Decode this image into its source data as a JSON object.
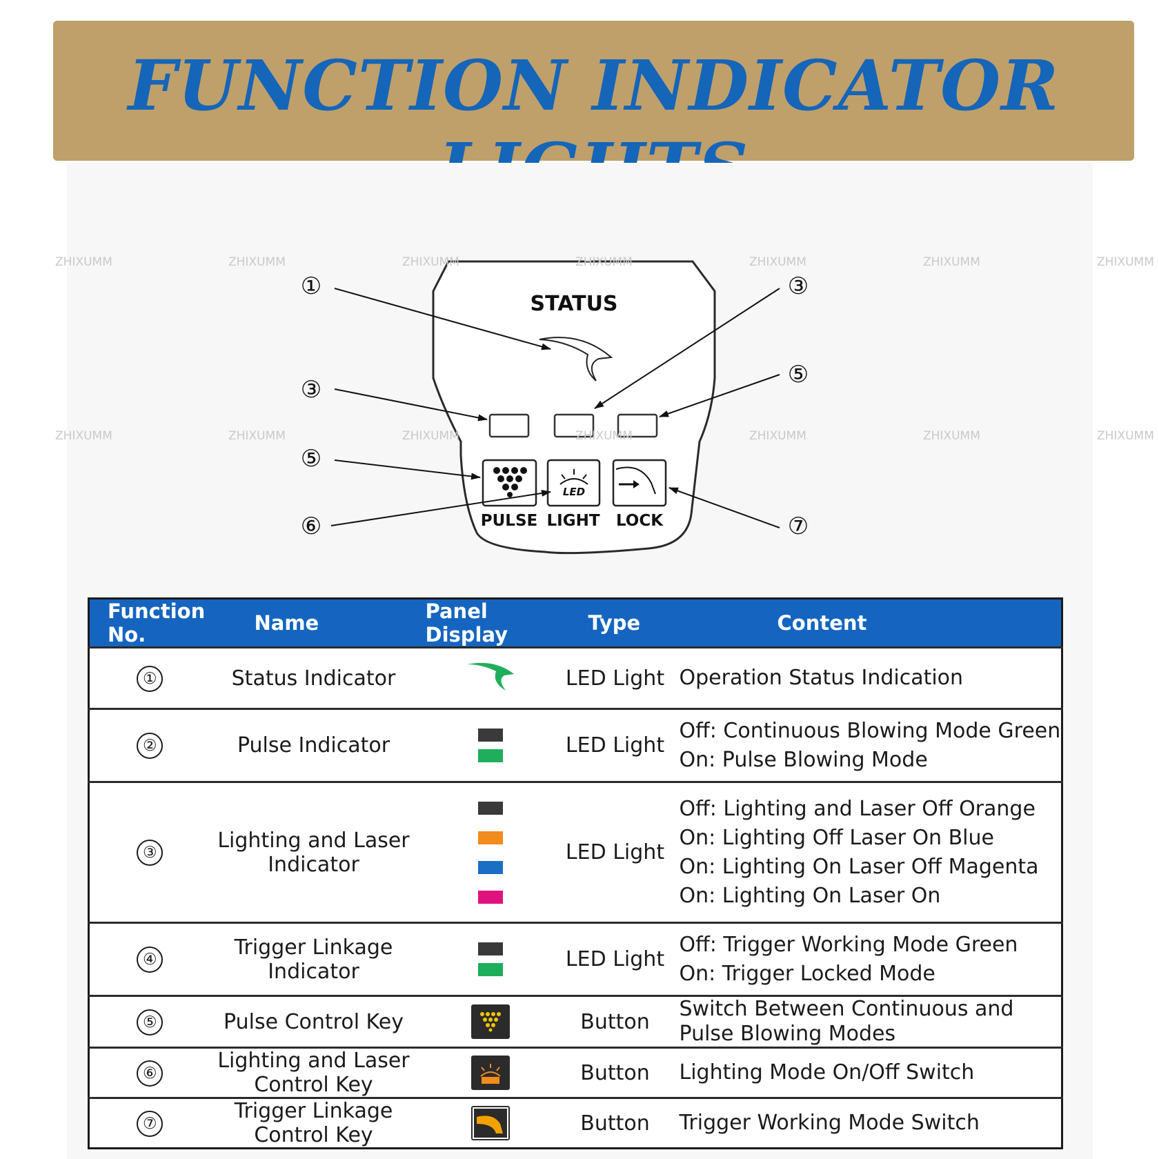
{
  "banner": {
    "title": "FUNCTION INDICATOR LIGHTS"
  },
  "watermark": "ZHIXUMM",
  "panel": {
    "status_label": "STATUS",
    "buttons": [
      {
        "label": "PULSE",
        "icon": "pulse-dots-icon"
      },
      {
        "label": "LIGHT",
        "icon": "led-light-icon",
        "icon_text": "LED"
      },
      {
        "label": "LOCK",
        "icon": "trigger-lock-icon"
      }
    ],
    "callouts": [
      "①",
      "③",
      "③",
      "⑤",
      "⑤",
      "⑥",
      "⑦"
    ]
  },
  "table": {
    "headers": {
      "no": "Function No.",
      "name": "Name",
      "display": "Panel Display",
      "type": "Type",
      "content": "Content"
    },
    "rows": [
      {
        "no": "①",
        "name": "Status Indicator",
        "display_icon": "green-swoosh-icon",
        "type": "LED Light",
        "content": [
          "Operation Status Indication"
        ],
        "swatches": []
      },
      {
        "no": "②",
        "name": "Pulse Indicator",
        "type": "LED Light",
        "content": [
          "Off: Continuous Blowing Mode Green",
          "On: Pulse Blowing Mode"
        ],
        "swatches": [
          "#3a3a3a",
          "#1fae5b"
        ]
      },
      {
        "no": "③",
        "name": "Lighting and Laser Indicator",
        "type": "LED Light",
        "content": [
          "Off: Lighting and Laser Off Orange",
          "On: Lighting Off Laser On Blue",
          "On: Lighting On Laser Off Magenta",
          "On: Lighting On Laser On"
        ],
        "swatches": [
          "#3a3a3a",
          "#f28c1c",
          "#1a6fc4",
          "#e0137e"
        ]
      },
      {
        "no": "④",
        "name": "Trigger Linkage Indicator",
        "type": "LED Light",
        "content": [
          "Off: Trigger Working Mode Green",
          "On: Trigger Locked Mode"
        ],
        "swatches": [
          "#3a3a3a",
          "#1fae5b"
        ]
      },
      {
        "no": "⑤",
        "name": "Pulse Control Key",
        "display_icon": "pulse-key-icon",
        "type": "Button",
        "content": [
          "Switch Between Continuous and",
          "Pulse Blowing Modes"
        ],
        "swatches": []
      },
      {
        "no": "⑥",
        "name": "Lighting and Laser Control Key",
        "display_icon": "led-key-icon",
        "type": "Button",
        "content": [
          "Lighting Mode On/Off Switch"
        ],
        "swatches": []
      },
      {
        "no": "⑦",
        "name": "Trigger Linkage Control Key",
        "display_icon": "lock-key-icon",
        "type": "Button",
        "content": [
          "Trigger Working Mode Switch"
        ],
        "swatches": []
      }
    ]
  },
  "colors": {
    "banner_bg": "#bfa06a",
    "title_blue": "#1565b9",
    "header_blue": "#1565c0",
    "status_green": "#1fae5b",
    "icon_yellow": "#f2c400",
    "icon_orange": "#f28c1c"
  }
}
